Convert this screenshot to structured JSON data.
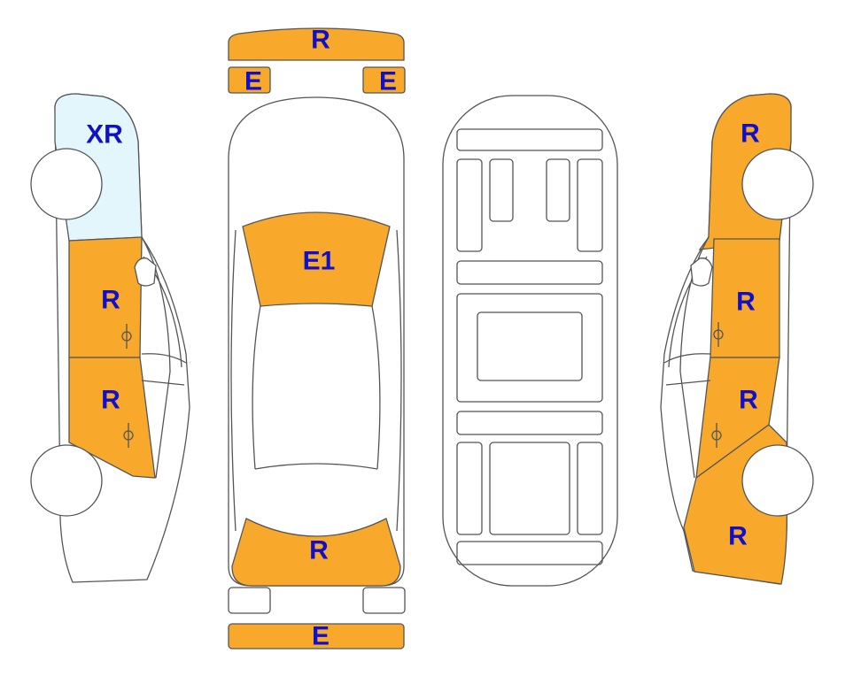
{
  "colors": {
    "replace": "#F8A92B",
    "special": "#E3F6FB",
    "label": "#1010C8"
  },
  "views": {
    "left_side": {
      "quarter": "XR",
      "front_door": "R",
      "rear_door": "R"
    },
    "top": {
      "front_bumper": "R",
      "headlight_left": "E",
      "headlight_right": "E",
      "windshield": "E1",
      "rear_window": "R",
      "rear_bumper": "E"
    },
    "right_side": {
      "fender": "R",
      "front_door": "R",
      "rear_door": "R",
      "quarter": "R"
    }
  }
}
